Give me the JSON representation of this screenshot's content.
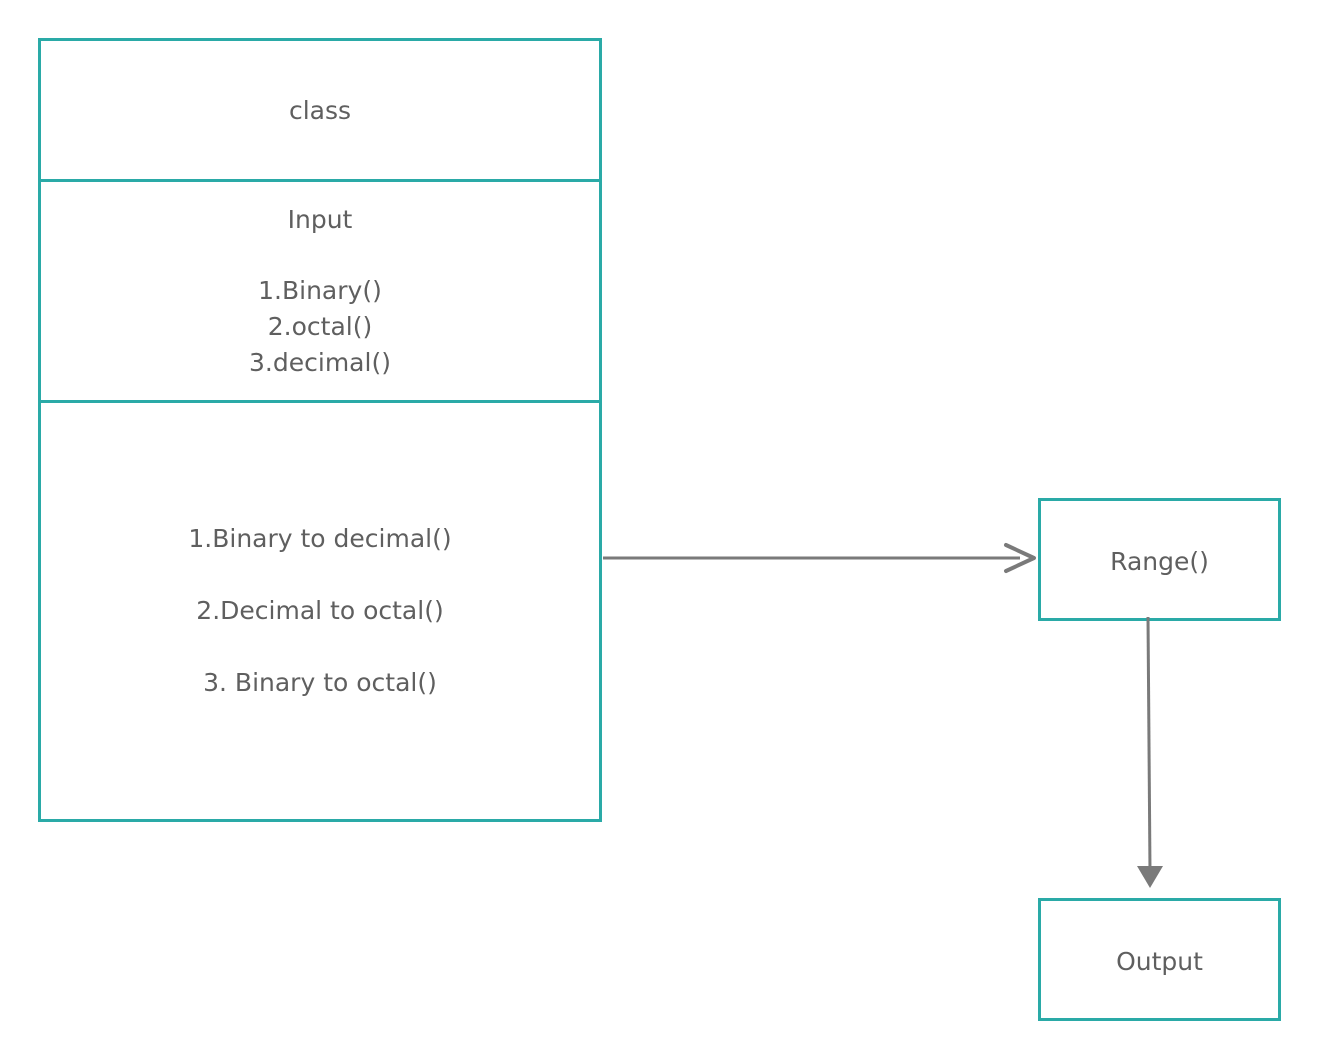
{
  "class_box": {
    "name": "class",
    "attributes_title": "Input",
    "attributes": [
      "1.Binary()",
      "2.octal()",
      "3.decimal()"
    ],
    "operations": [
      "1.Binary to decimal()",
      "2.Decimal to octal()",
      "3. Binary to octal()"
    ]
  },
  "range_box": {
    "label": "Range()"
  },
  "output_box": {
    "label": "Output"
  },
  "colors": {
    "border": "#2aaaa7",
    "arrow": "#7a7a7a",
    "text": "#5f5f5f"
  }
}
